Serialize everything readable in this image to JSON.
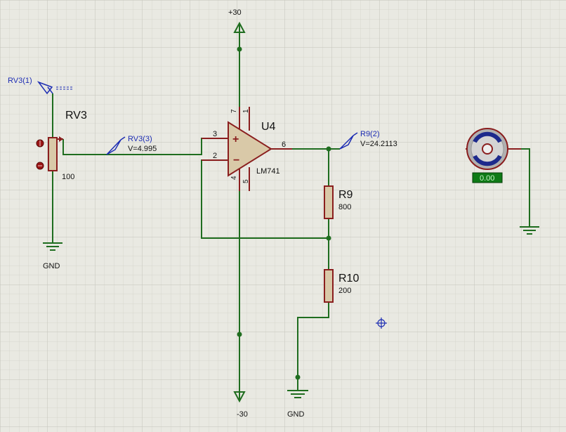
{
  "colors": {
    "background": "#e9e9e2",
    "grid_minor": "#d6d6cd",
    "grid_major": "#c4c4ba",
    "wire": "#1f6d1f",
    "component_outline": "#8a1e1e",
    "component_fill": "#d9c9a8",
    "probe_text": "#1d2db3",
    "meter_display": "#0e7a16",
    "meter_text": "#c8f7c8"
  },
  "power": {
    "top_label": "+30",
    "bottom_label": "-30"
  },
  "ground_labels": {
    "gnd_left": "GND",
    "gnd_bottom": "GND"
  },
  "rv3": {
    "ref": "RV3",
    "value": "100",
    "probe_top": "RV3(1)",
    "probe_wiper_name": "RV3(3)",
    "probe_wiper_value": "V=4.995"
  },
  "u4": {
    "ref": "U4",
    "part": "LM741",
    "pins": {
      "p1": "1",
      "p2": "2",
      "p3": "3",
      "p4": "4",
      "p5": "5",
      "p6": "6",
      "p7": "7"
    },
    "plus_symbol": "+",
    "minus_symbol": "−"
  },
  "r9": {
    "ref": "R9",
    "value": "800",
    "probe_name": "R9(2)",
    "probe_value": "V=24.2113"
  },
  "r10": {
    "ref": "R10",
    "value": "200"
  },
  "meter": {
    "reading": "0.00",
    "icon": "dc-motor-icon"
  }
}
